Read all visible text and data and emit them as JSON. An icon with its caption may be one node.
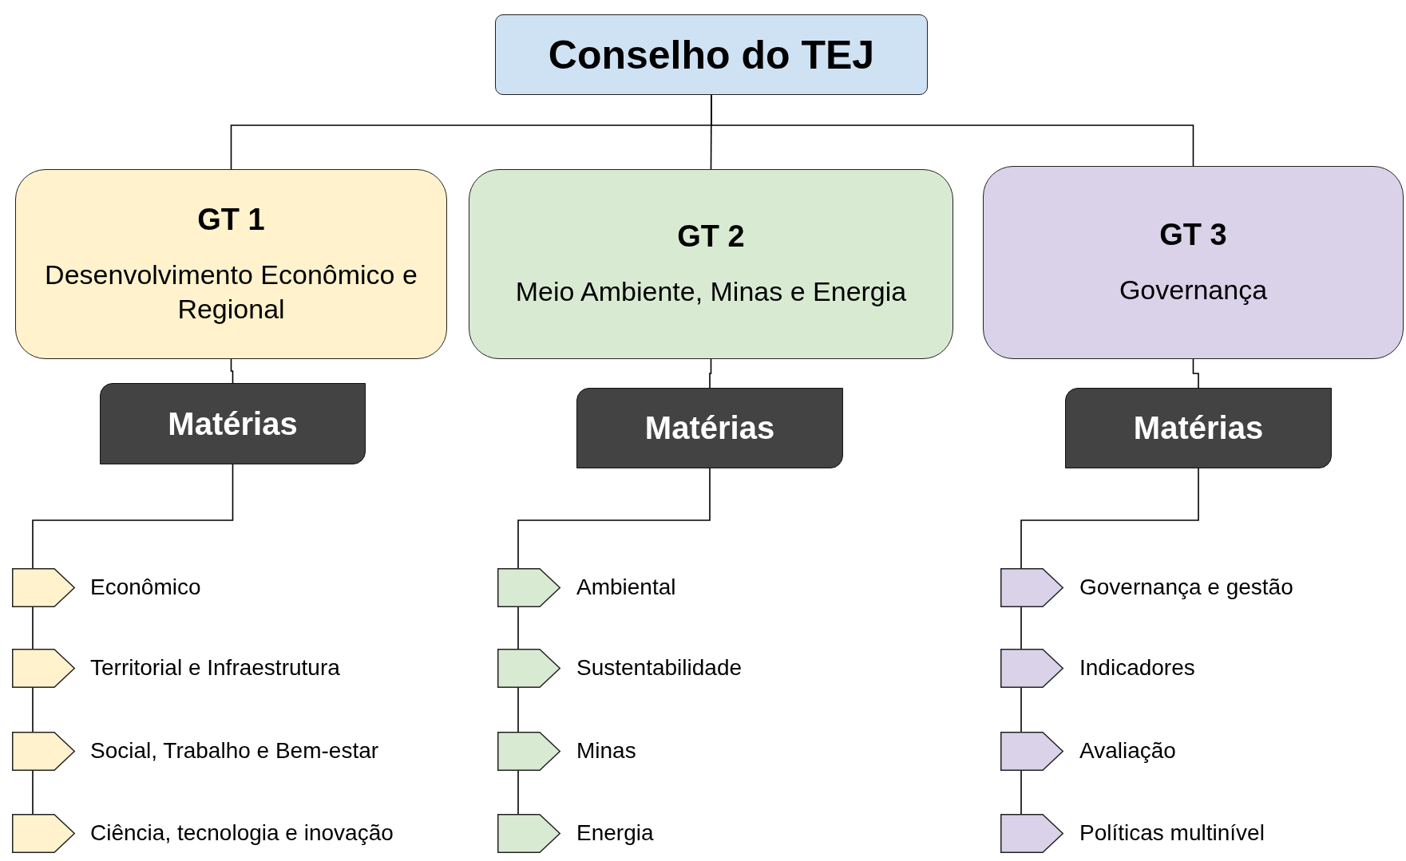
{
  "diagram": {
    "nodes": [
      {
        "text": [
          "Conselho do TEJ"
        ]
      },
      {
        "text": [
          "GT 1",
          "Desenvolvimento Econômico e Regional"
        ]
      },
      {
        "text": [
          "GT 2",
          "Meio Ambiente, Minas e Energia"
        ]
      },
      {
        "text": [
          "GT 3",
          "Governança"
        ]
      },
      {
        "text": [
          "Matérias"
        ]
      },
      {
        "text": [
          "Matérias"
        ]
      },
      {
        "text": [
          "Matérias"
        ]
      },
      {
        "text": [],
        "shape": "pentagon",
        "beside": [
          "Econômico"
        ]
      },
      {
        "text": [],
        "shape": "pentagon",
        "beside": [
          "Territorial e Infraestrutura"
        ]
      },
      {
        "text": [],
        "shape": "pentagon",
        "beside": [
          "Social, Trabalho e Bem-estar"
        ]
      },
      {
        "text": [],
        "shape": "pentagon",
        "beside": [
          "Ciência, tecnologia e inovação"
        ]
      },
      {
        "text": [],
        "shape": "pentagon",
        "beside": [
          "Ambiental"
        ]
      },
      {
        "text": [],
        "shape": "pentagon",
        "beside": [
          "Sustentabilidade"
        ]
      },
      {
        "text": [],
        "shape": "pentagon",
        "beside": [
          "Minas"
        ]
      },
      {
        "text": [],
        "shape": "pentagon",
        "beside": [
          "Energia"
        ]
      },
      {
        "text": [],
        "shape": "pentagon",
        "beside": [
          "Governança e gestão"
        ]
      },
      {
        "text": [],
        "shape": "pentagon",
        "beside": [
          "Indicadores"
        ]
      },
      {
        "text": [],
        "shape": "pentagon",
        "beside": [
          "Avaliação"
        ]
      },
      {
        "text": [],
        "shape": "pentagon",
        "beside": [
          "Políticas multinível"
        ]
      }
    ],
    "edges": [
      {
        "from": 0,
        "to": 1,
        "arrow": "none"
      },
      {
        "from": 0,
        "to": 2,
        "arrow": "none"
      },
      {
        "from": 0,
        "to": 3,
        "arrow": "none"
      },
      {
        "from": 1,
        "to": 4,
        "arrow": "none"
      },
      {
        "from": 2,
        "to": 5,
        "arrow": "none"
      },
      {
        "from": 3,
        "to": 6,
        "arrow": "none"
      },
      {
        "from": 4,
        "to": 7,
        "arrow": "none"
      },
      {
        "from": 7,
        "to": 8,
        "arrow": "none"
      },
      {
        "from": 8,
        "to": 9,
        "arrow": "none"
      },
      {
        "from": 9,
        "to": 10,
        "arrow": "none"
      },
      {
        "from": 5,
        "to": 11,
        "arrow": "none"
      },
      {
        "from": 11,
        "to": 12,
        "arrow": "none"
      },
      {
        "from": 12,
        "to": 13,
        "arrow": "none"
      },
      {
        "from": 13,
        "to": 14,
        "arrow": "none"
      },
      {
        "from": 6,
        "to": 15,
        "arrow": "none"
      },
      {
        "from": 15,
        "to": 16,
        "arrow": "none"
      },
      {
        "from": 16,
        "to": 17,
        "arrow": "none"
      },
      {
        "from": 17,
        "to": 18,
        "arrow": "none"
      }
    ]
  }
}
